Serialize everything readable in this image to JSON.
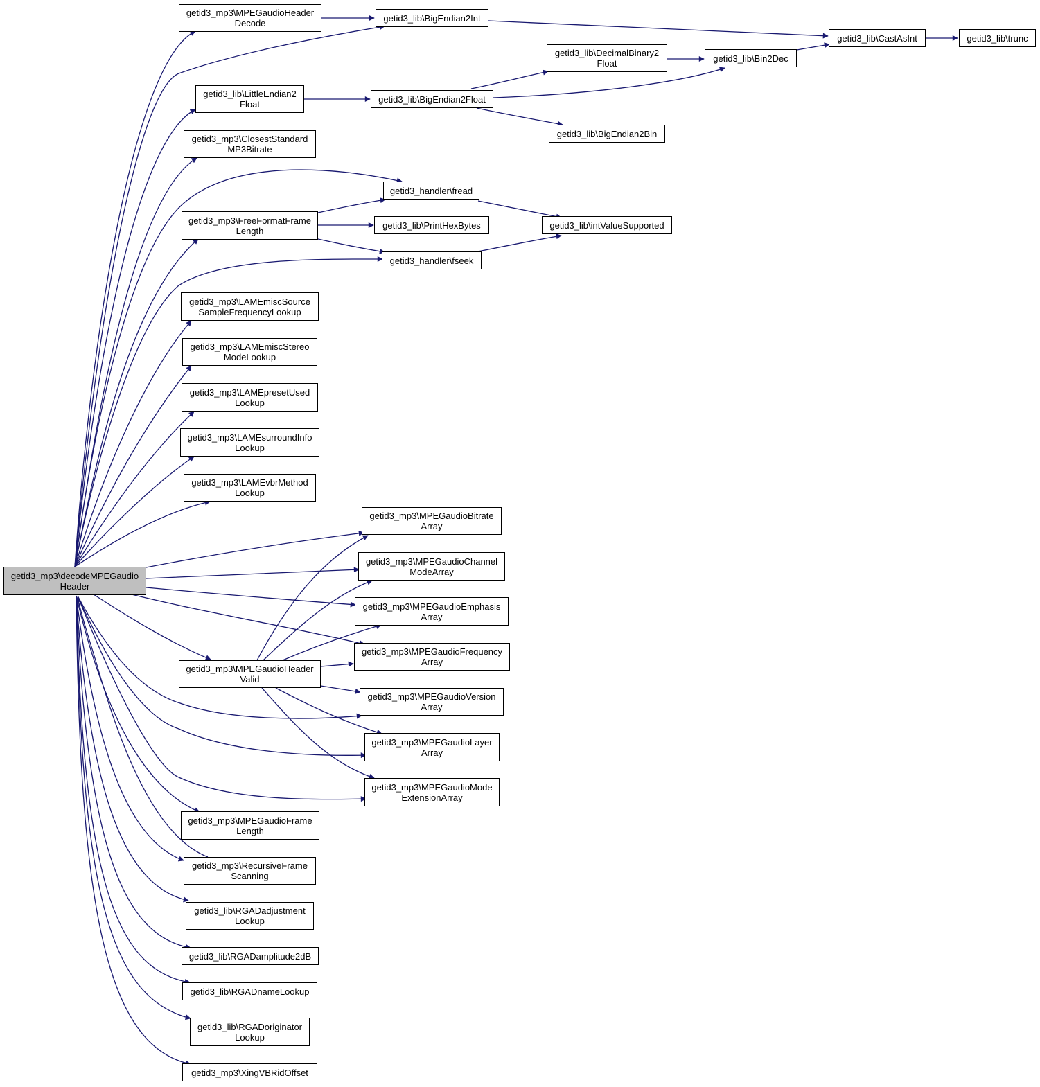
{
  "colors": {
    "edge": "#191970",
    "root_fill": "#bfbfbf",
    "node_fill": "#ffffff",
    "border": "#000000"
  },
  "nodes": {
    "root": [
      "getid3_mp3\\decodeMPEGaudio",
      "Header"
    ],
    "hdrdecode": [
      "getid3_mp3\\MPEGaudioHeader",
      "Decode"
    ],
    "be2int": [
      "getid3_lib\\BigEndian2Int"
    ],
    "castasint": [
      "getid3_lib\\CastAsInt"
    ],
    "trunc": [
      "getid3_lib\\trunc"
    ],
    "decbin2f": [
      "getid3_lib\\DecimalBinary2",
      "Float"
    ],
    "bin2dec": [
      "getid3_lib\\Bin2Dec"
    ],
    "le2f": [
      "getid3_lib\\LittleEndian2",
      "Float"
    ],
    "be2f": [
      "getid3_lib\\BigEndian2Float"
    ],
    "be2bin": [
      "getid3_lib\\BigEndian2Bin"
    ],
    "closest": [
      "getid3_mp3\\ClosestStandard",
      "MP3Bitrate"
    ],
    "fread": [
      "getid3_handler\\fread"
    ],
    "ffl": [
      "getid3_mp3\\FreeFormatFrame",
      "Length"
    ],
    "phex": [
      "getid3_lib\\PrintHexBytes"
    ],
    "intval": [
      "getid3_lib\\intValueSupported"
    ],
    "fseek": [
      "getid3_handler\\fseek"
    ],
    "lamesrc": [
      "getid3_mp3\\LAMEmiscSource",
      "SampleFrequencyLookup"
    ],
    "lamest": [
      "getid3_mp3\\LAMEmiscStereo",
      "ModeLookup"
    ],
    "lamepre": [
      "getid3_mp3\\LAMEpresetUsed",
      "Lookup"
    ],
    "lamesur": [
      "getid3_mp3\\LAMEsurroundInfo",
      "Lookup"
    ],
    "lamevbr": [
      "getid3_mp3\\LAMEvbrMethod",
      "Lookup"
    ],
    "bitrate": [
      "getid3_mp3\\MPEGaudioBitrate",
      "Array"
    ],
    "chmode": [
      "getid3_mp3\\MPEGaudioChannel",
      "ModeArray"
    ],
    "emph": [
      "getid3_mp3\\MPEGaudioEmphasis",
      "Array"
    ],
    "freq": [
      "getid3_mp3\\MPEGaudioFrequency",
      "Array"
    ],
    "hvalid": [
      "getid3_mp3\\MPEGaudioHeader",
      "Valid"
    ],
    "version": [
      "getid3_mp3\\MPEGaudioVersion",
      "Array"
    ],
    "layer": [
      "getid3_mp3\\MPEGaudioLayer",
      "Array"
    ],
    "modeext": [
      "getid3_mp3\\MPEGaudioMode",
      "ExtensionArray"
    ],
    "framelen": [
      "getid3_mp3\\MPEGaudioFrame",
      "Length"
    ],
    "recscan": [
      "getid3_mp3\\RecursiveFrame",
      "Scanning"
    ],
    "rgaadj": [
      "getid3_lib\\RGADadjustment",
      "Lookup"
    ],
    "rgaamp": [
      "getid3_lib\\RGADamplitude2dB"
    ],
    "rganame": [
      "getid3_lib\\RGADnameLookup"
    ],
    "rgaorig": [
      "getid3_lib\\RGADoriginator",
      "Lookup"
    ],
    "xing": [
      "getid3_mp3\\XingVBRidOffset"
    ]
  }
}
